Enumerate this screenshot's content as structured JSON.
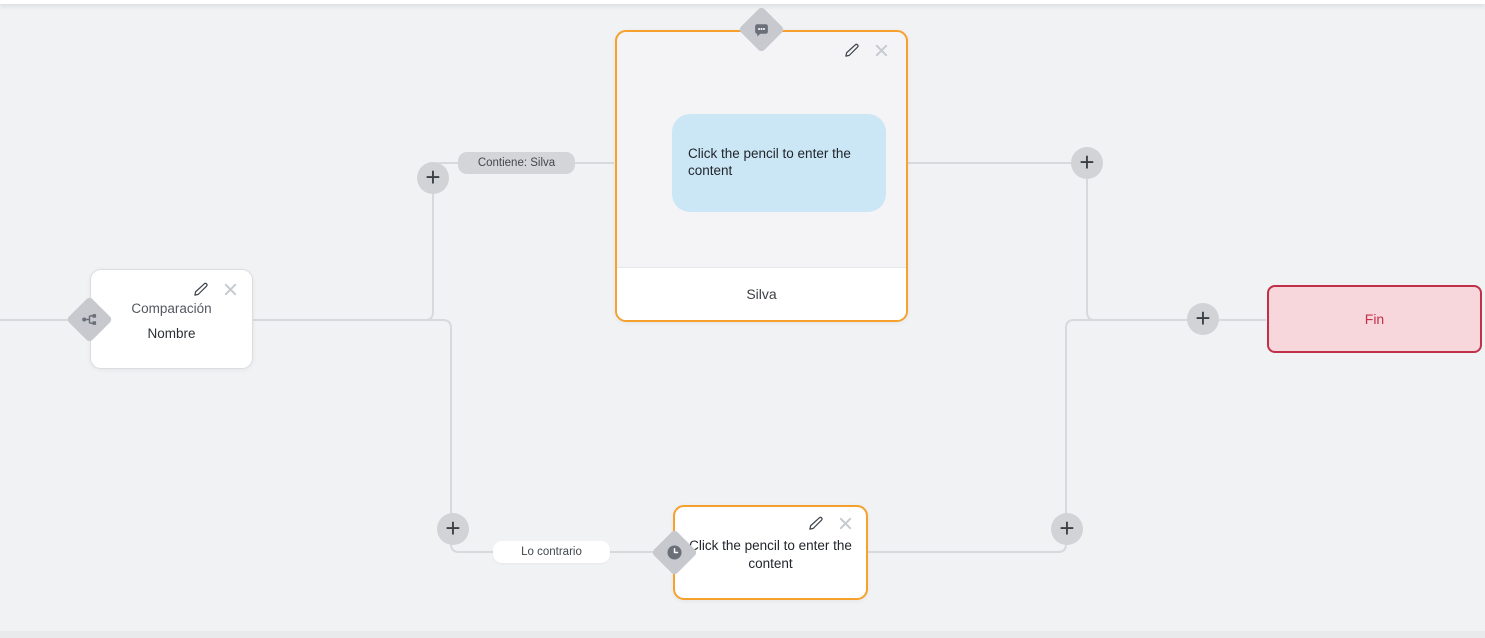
{
  "canvas": {
    "background_color": "#f1f2f4",
    "connector_color": "#d8d9dd"
  },
  "flow": {
    "condition_node": {
      "title": "Comparación",
      "subtitle": "Nombre",
      "type_icon": "branch-icon",
      "edit_icon": "pencil-icon",
      "delete_icon": "close-icon"
    },
    "message_node": {
      "placeholder": "Click the pencil to enter the content",
      "footer": "Silva",
      "type_icon": "chat-bubble-icon",
      "bubble_color": "#cbe7f5",
      "border_color": "#f6a02e"
    },
    "action_node": {
      "placeholder": "Click the pencil to enter the content",
      "type_icon": "clock-icon",
      "border_color": "#f6a02e"
    },
    "end_node": {
      "label": "Fin",
      "background_color": "#f7d7db",
      "border_color": "#c13049",
      "text_color": "#c2304b"
    }
  },
  "edge_labels": {
    "contains": "Contiene: Silva",
    "otherwise": "Lo contrario"
  },
  "controls": {
    "add_node": "+"
  }
}
